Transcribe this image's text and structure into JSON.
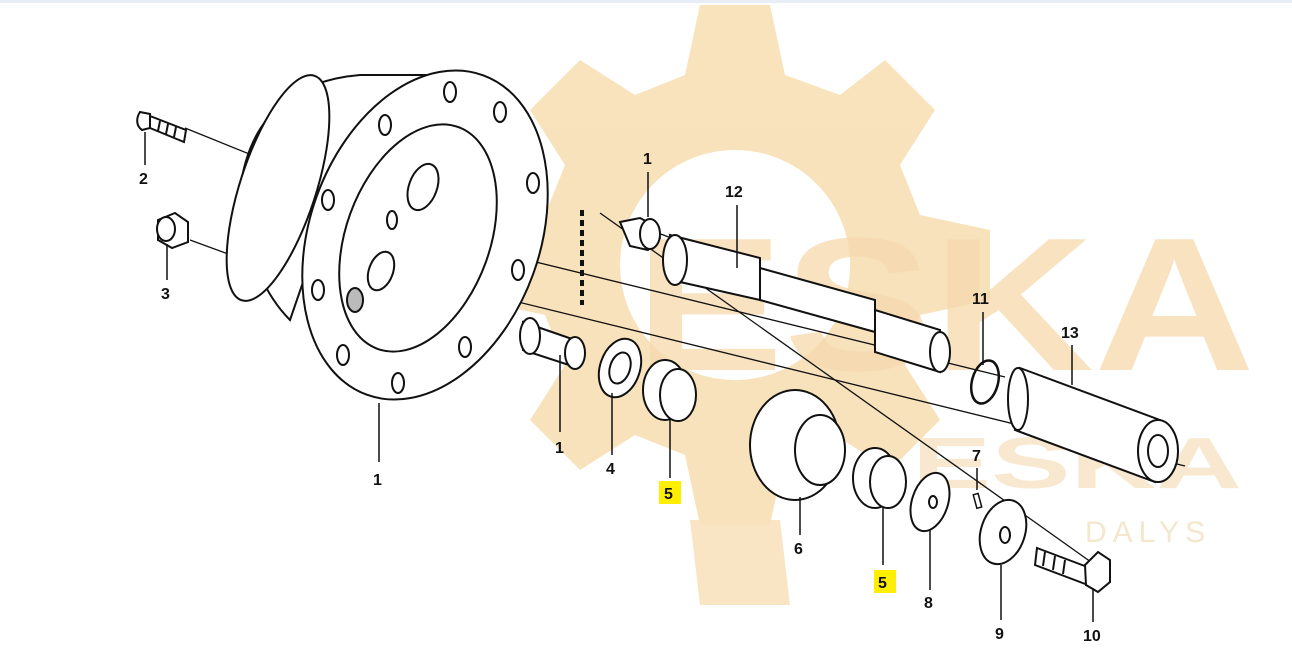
{
  "watermark": {
    "brand": "ESKA",
    "sub": "DALYS",
    "color_main": "#f6d9a6",
    "color_sub": "#f2e2c2"
  },
  "highlight_color": "#ffee00",
  "callouts": [
    {
      "id": "c1a",
      "text": "1"
    },
    {
      "id": "c1b",
      "text": "1"
    },
    {
      "id": "c1c",
      "text": "1"
    },
    {
      "id": "c2",
      "text": "2"
    },
    {
      "id": "c3",
      "text": "3"
    },
    {
      "id": "c4",
      "text": "4"
    },
    {
      "id": "c5a",
      "text": "5",
      "highlighted": true
    },
    {
      "id": "c5b",
      "text": "5",
      "highlighted": true
    },
    {
      "id": "c6",
      "text": "6"
    },
    {
      "id": "c7",
      "text": "7"
    },
    {
      "id": "c8",
      "text": "8"
    },
    {
      "id": "c9",
      "text": "9"
    },
    {
      "id": "c10",
      "text": "10"
    },
    {
      "id": "c11",
      "text": "11"
    },
    {
      "id": "c12",
      "text": "12"
    },
    {
      "id": "c13",
      "text": "13"
    }
  ]
}
